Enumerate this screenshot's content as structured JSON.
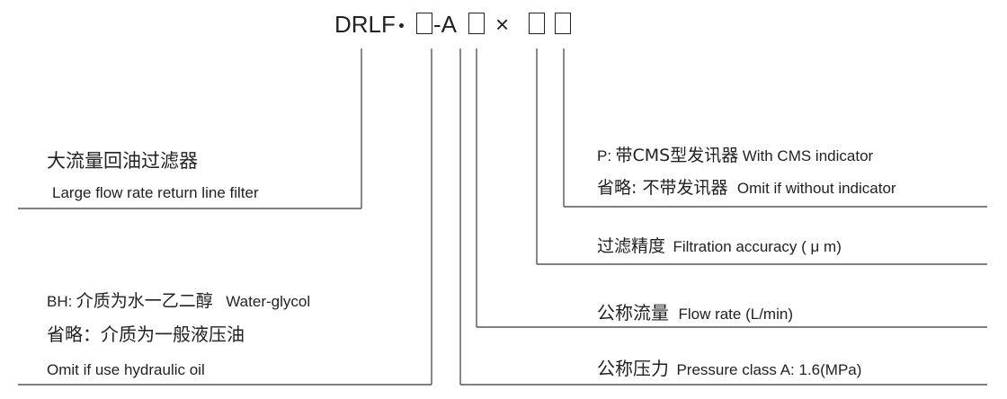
{
  "code": {
    "prefix": "DRLF",
    "dash_a": "-A",
    "times": "×"
  },
  "descriptions": {
    "type_cn": "大流量回油过滤器",
    "type_en": "Large flow rate return line filter",
    "indicator_p_prefix": "P:",
    "indicator_p_cn": "带CMS型发讯器",
    "indicator_p_en": "With CMS indicator",
    "indicator_omit_cn": "省略: 不带发讯器",
    "indicator_omit_en": "Omit if without indicator",
    "accuracy_cn": "过滤精度",
    "accuracy_en": "Filtration accuracy ( μ m)",
    "medium_bh_prefix": "BH:",
    "medium_bh_cn": "介质为水一乙二醇",
    "medium_bh_en": "Water-glycol",
    "medium_omit_cn": "省略：介质为一般液压油",
    "medium_omit_en": "Omit if use hydraulic oil",
    "flow_cn": "公称流量",
    "flow_en": "Flow rate (L/min)",
    "pressure_cn": "公称压力",
    "pressure_en": "Pressure class A: 1.6(MPa)"
  },
  "colors": {
    "line": "#555555",
    "text": "#222222"
  }
}
